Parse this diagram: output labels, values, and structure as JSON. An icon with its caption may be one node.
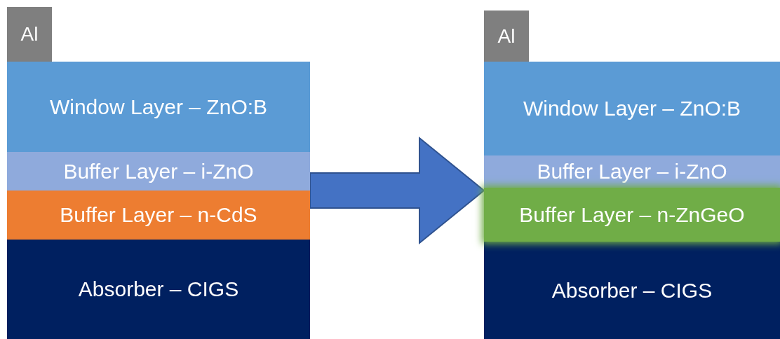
{
  "diagram": {
    "nodes": [
      {
        "text": [
          "Al"
        ]
      },
      {
        "text": [
          "Window Layer – ZnO:B"
        ]
      },
      {
        "text": [
          "Buffer Layer – i-ZnO"
        ]
      },
      {
        "text": [
          "Buffer Layer – n-CdS"
        ]
      },
      {
        "text": [
          "Absorber – CIGS"
        ]
      },
      {
        "text": [
          "Al"
        ]
      },
      {
        "text": [
          "Window Layer – ZnO:B"
        ]
      },
      {
        "text": [
          "Buffer Layer – i-ZnO"
        ]
      },
      {
        "text": [
          "Buffer Layer – n-ZnGeO"
        ]
      },
      {
        "text": [
          "Absorber – CIGS"
        ]
      }
    ],
    "edges": [
      {
        "from": 3,
        "to": 8,
        "arrow": "to"
      }
    ]
  }
}
